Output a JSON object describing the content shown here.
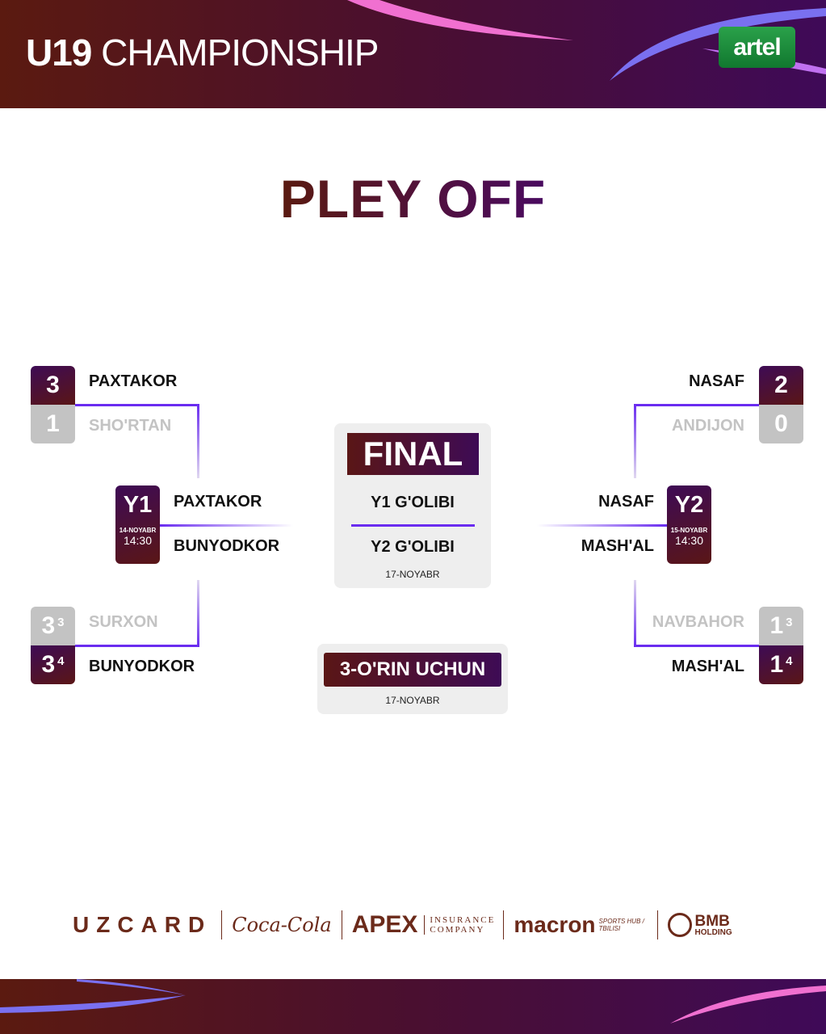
{
  "header": {
    "title_bold": "U19",
    "title_rest": "CHAMPIONSHIP",
    "sponsor_logo": "artel"
  },
  "page_title": "PLEY OFF",
  "left": {
    "qf1": {
      "home": {
        "team": "PAXTAKOR",
        "score": "3"
      },
      "away": {
        "team": "SHO'RTAN",
        "score": "1"
      }
    },
    "qf2": {
      "home": {
        "team": "SURXON",
        "score": "3",
        "pen": "3"
      },
      "away": {
        "team": "BUNYODKOR",
        "score": "3",
        "pen": "4"
      }
    },
    "semi": {
      "code": "Y1",
      "date": "14-NOYABR",
      "time": "14:30",
      "team1": "PAXTAKOR",
      "team2": "BUNYODKOR"
    }
  },
  "right": {
    "qf1": {
      "home": {
        "team": "NASAF",
        "score": "2"
      },
      "away": {
        "team": "ANDIJON",
        "score": "0"
      }
    },
    "qf2": {
      "home": {
        "team": "NAVBAHOR",
        "score": "1",
        "pen": "3"
      },
      "away": {
        "team": "MASH'AL",
        "score": "1",
        "pen": "4"
      }
    },
    "semi": {
      "code": "Y2",
      "date": "15-NOYABR",
      "time": "14:30",
      "team1": "NASAF",
      "team2": "MASH'AL"
    }
  },
  "final": {
    "label": "FINAL",
    "team1": "Y1 G'OLIBI",
    "team2": "Y2 G'OLIBI",
    "date": "17-NOYABR"
  },
  "third_place": {
    "label": "3-O'RIN UCHUN",
    "date": "17-NOYABR"
  },
  "sponsors": [
    "UZCARD",
    "Coca-Cola",
    "APEX",
    "INSURANCE COMPANY",
    "macron",
    "SPORTS HUB / TBILISI",
    "BMB",
    "HOLDING"
  ]
}
